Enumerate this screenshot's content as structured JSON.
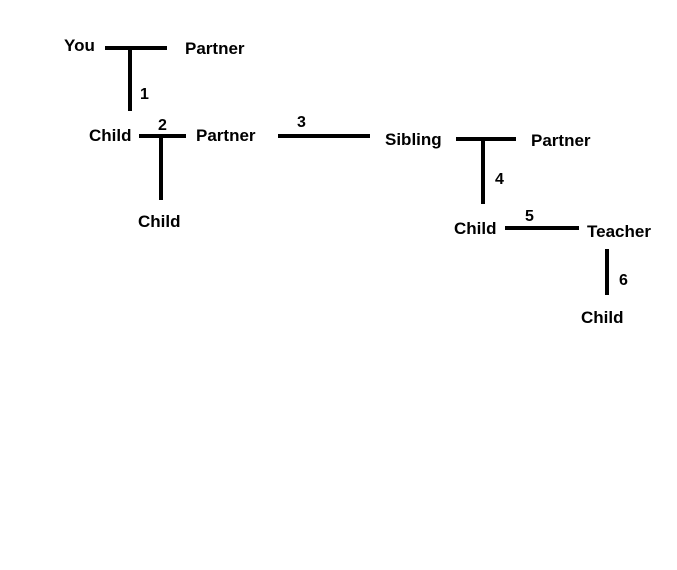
{
  "diagram": {
    "nodes": {
      "you": "You",
      "partner_1": "Partner",
      "child_1": "Child",
      "partner_2": "Partner",
      "child_2": "Child",
      "sibling": "Sibling",
      "partner_3": "Partner",
      "child_3": "Child",
      "teacher": "Teacher",
      "child_4": "Child"
    },
    "edges": {
      "e1": "1",
      "e2": "2",
      "e3": "3",
      "e4": "4",
      "e5": "5",
      "e6": "6"
    },
    "line_color": "#000000"
  }
}
